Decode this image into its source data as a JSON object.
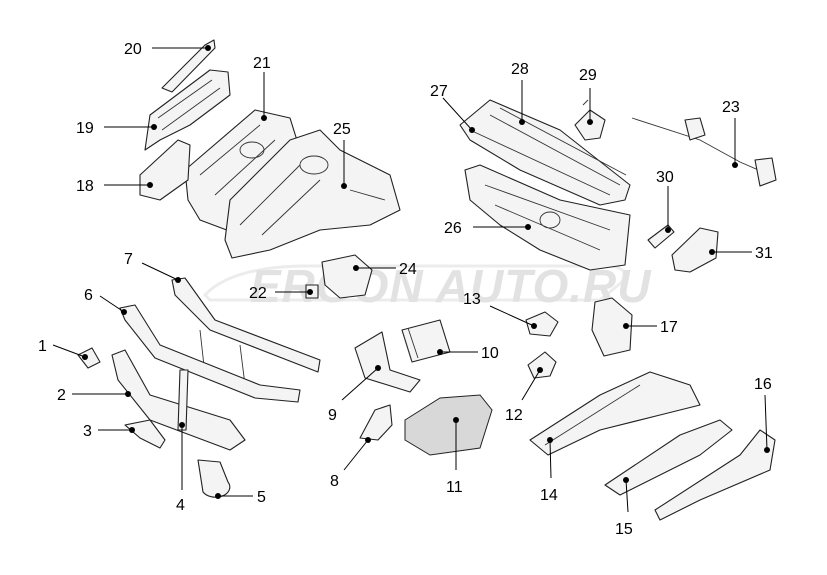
{
  "watermark": "ERGON AUTO.RU",
  "callouts": [
    "1",
    "2",
    "3",
    "4",
    "5",
    "6",
    "7",
    "8",
    "9",
    "10",
    "11",
    "12",
    "13",
    "14",
    "15",
    "16",
    "17",
    "18",
    "19",
    "20",
    "21",
    "22",
    "23",
    "24",
    "25",
    "26",
    "27",
    "28",
    "29",
    "30",
    "31"
  ]
}
